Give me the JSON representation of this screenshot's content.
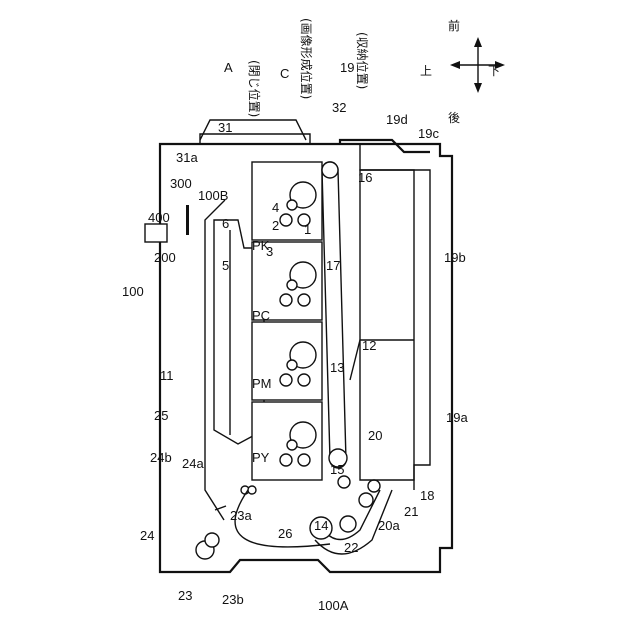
{
  "labels": {
    "l100": "100",
    "l100A": "100A",
    "l100B": "100B",
    "l11": "11",
    "l12": "12",
    "l13": "13",
    "l14": "14",
    "l15": "15",
    "l16": "16",
    "l18": "18",
    "l19": "19",
    "l19a": "19a",
    "l19b": "19b",
    "l19c": "19c",
    "l19d": "19d",
    "l20": "20",
    "l20a": "20a",
    "l21": "21",
    "l22": "22",
    "l23": "23",
    "l23a": "23a",
    "l23b": "23b",
    "l24": "24",
    "l24a": "24a",
    "l24b": "24b",
    "l25": "25",
    "l26": "26",
    "l200": "200",
    "l300": "300",
    "l31": "31",
    "l31a": "31a",
    "l32": "32",
    "l400": "400",
    "lA": "A",
    "lC": "C",
    "closed_pos": "(閉じ位置)",
    "image_pos": "(画像形成位置)",
    "stored_pos": "(収納位置)",
    "up": "上",
    "down": "下",
    "front": "前",
    "back": "後",
    "PK": "PK",
    "PC": "PC",
    "PM": "PM",
    "PY": "PY",
    "n1": "1",
    "n2": "2",
    "n3": "3",
    "n4": "4",
    "n5": "5",
    "n6": "6",
    "n17": "17"
  }
}
